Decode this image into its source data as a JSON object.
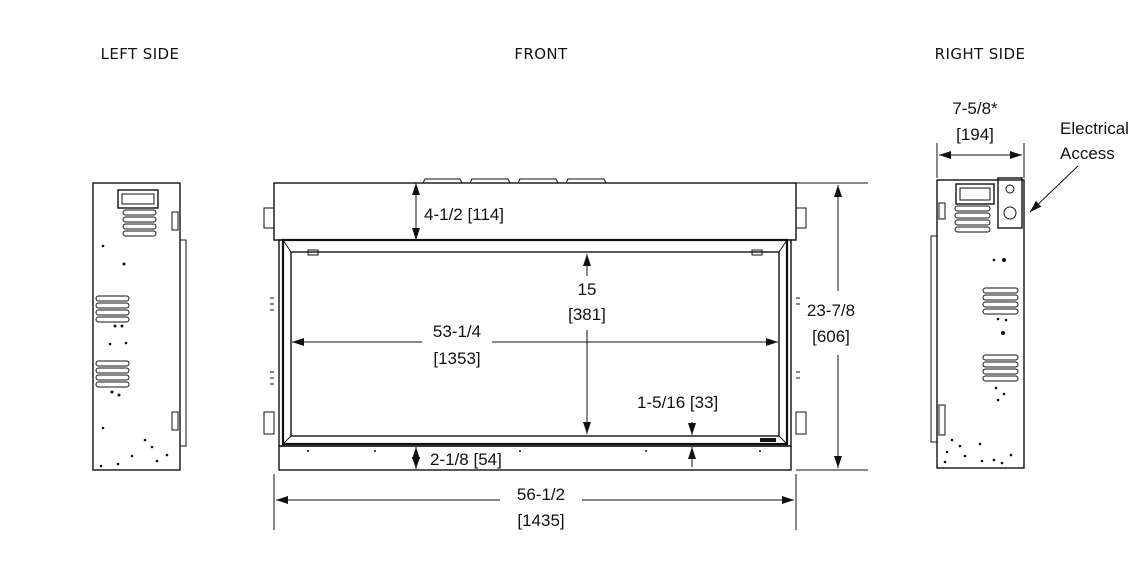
{
  "views": {
    "left": "LEFT SIDE",
    "front": "FRONT",
    "right": "RIGHT SIDE"
  },
  "dimensions": {
    "top_band": "4-1/2 [114]",
    "inner_height": "15",
    "inner_height_mm": "[381]",
    "inner_width": "53-1/4",
    "inner_width_mm": "[1353]",
    "bottom_band": "1-5/16 [33]",
    "base": "2-1/8 [54]",
    "overall_height": "23-7/8",
    "overall_height_mm": "[606]",
    "overall_width": "56-1/2",
    "overall_width_mm": "[1435]",
    "depth": "7-5/8*",
    "depth_mm": "[194]"
  },
  "callouts": {
    "electrical_line1": "Electrical",
    "electrical_line2": "Access"
  }
}
